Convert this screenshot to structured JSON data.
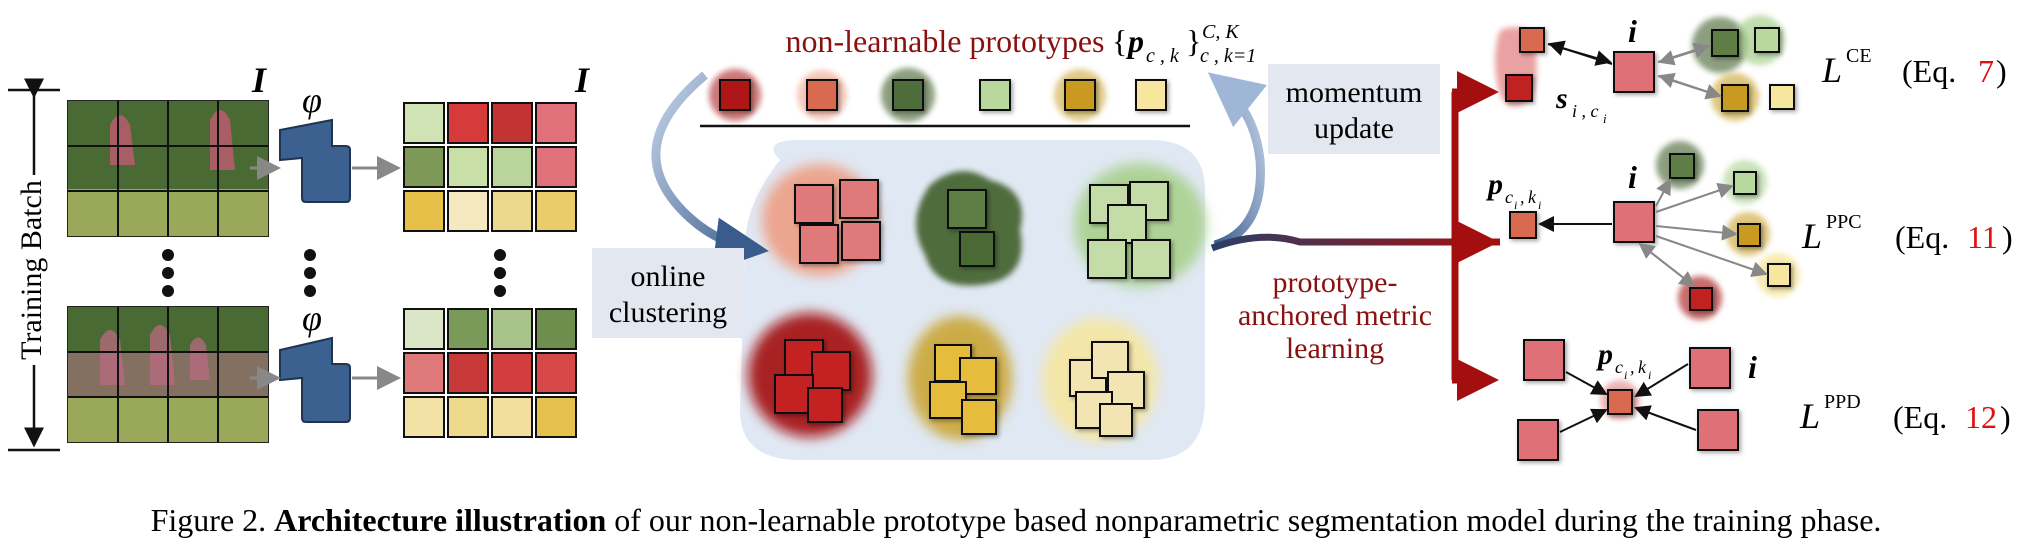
{
  "diagram": {
    "batch_label": "Training Batch",
    "image_symbol": "I",
    "encoder_symbol": "φ",
    "prototypes_title": "non-learnable prototypes",
    "prototypes_set": {
      "open": "{",
      "p": "p",
      "sub": "c , k",
      "close": "}",
      "sup": "C, K",
      "sub2": "c , k=1"
    },
    "online_clustering": [
      "online",
      "clustering"
    ],
    "momentum_update": [
      "momentum",
      "update"
    ],
    "metric_learning": [
      "prototype-",
      "anchored metric",
      "learning"
    ],
    "pixel_symbol": "i",
    "similarity_symbol": {
      "s": "s",
      "sub": "i , c",
      "subsub": "i"
    },
    "anchor_symbol": {
      "p": "p",
      "sub": "c",
      "subsub1": "i",
      "comma": ",",
      "k": "k",
      "subsub2": "i"
    },
    "losses": [
      {
        "script": "L",
        "sup": "CE",
        "eq_open": "(Eq.",
        "eq_num": "7",
        "eq_close": ")"
      },
      {
        "script": "L",
        "sup": "PPC",
        "eq_open": "(Eq.",
        "eq_num": "11",
        "eq_close": ")"
      },
      {
        "script": "L",
        "sup": "PPD",
        "eq_open": "(Eq.",
        "eq_num": "12",
        "eq_close": ")"
      }
    ],
    "colors": {
      "dark_red": "#a30f0f",
      "red": "#d63a3a",
      "salmon": "#e07a62",
      "pink": "#e0707a",
      "dark_green": "#3f5f2a",
      "light_green": "#a9d08e",
      "dark_yellow": "#c9a22a",
      "light_yellow": "#f4e4a0",
      "encoder_blue": "#3c6090",
      "equation_red": "#e01010",
      "arrow_blue": "#3a5c8c",
      "label_red": "#8b1010"
    }
  },
  "caption": {
    "prefix": "Figure 2.",
    "bold": "Architecture illustration",
    "rest": "of our non-learnable prototype based nonparametric segmentation model during the training phase."
  }
}
